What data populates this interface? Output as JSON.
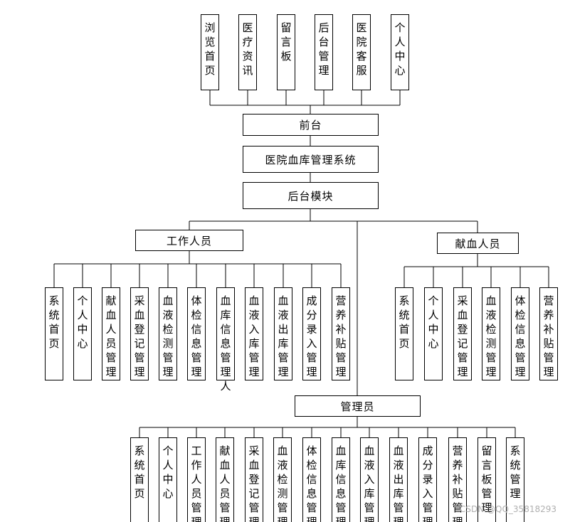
{
  "frontend": {
    "modules": [
      "浏览首页",
      "医疗资讯",
      "留言板",
      "后台管理",
      "医院客服",
      "个人中心"
    ],
    "label": "前台"
  },
  "system": {
    "label": "医院血库管理系统"
  },
  "backend": {
    "label": "后台模块"
  },
  "staff": {
    "label": "工作人员",
    "modules": [
      "系统首页",
      "个人中心",
      "献血人员管理",
      "采血登记管理",
      "血液检测管理",
      "体检信息管理",
      "血库信息管理人",
      "血液入库管理",
      "血液出库管理",
      "成分录入管理",
      "营养补贴管理"
    ]
  },
  "donor": {
    "label": "献血人员",
    "modules": [
      "系统首页",
      "个人中心",
      "采血登记管理",
      "血液检测管理",
      "体检信息管理",
      "营养补贴管理"
    ]
  },
  "admin": {
    "label": "管理员",
    "modules": [
      "系统首页",
      "个人中心",
      "工作人员管理",
      "献血人员管理",
      "采血登记管理",
      "血液检测管理",
      "体检信息管理",
      "血库信息管理",
      "血液入库管理",
      "血液出库管理",
      "成分录入管理",
      "营养补贴管理",
      "留言板管理",
      "系统管理"
    ]
  },
  "watermark": "CSDN @QQ_35818293"
}
